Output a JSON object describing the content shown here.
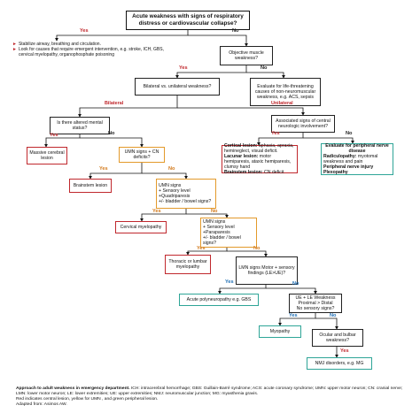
{
  "root": {
    "text": "Acute weakness with signs of respiratory distress or cardiovascular collapse?"
  },
  "labels": {
    "yes": "Yes",
    "no": "No",
    "bilateral": "Bilateral",
    "unilateral": "Unilateral"
  },
  "stabilize": {
    "items": [
      "Stabilize airway, breathing and circulation.",
      "Look for causes that require emergent intervention, e.g. stroke, ICH, GBS, cervical myelopathy, organophosphate poisoning"
    ]
  },
  "objective": {
    "text": "Objective muscle weakness?"
  },
  "bilateral_q": {
    "text": "Bilateral vs. unilateral weakness?"
  },
  "evaluate_nonneuro": {
    "text": "Evaluate for life-threatening causes of non-neuromuscular weakness, e.g. ACS, sepsis"
  },
  "altered": {
    "text": "Is there altered mental status?"
  },
  "central": {
    "text": "Associated signs of central neurologic involvement?"
  },
  "massive": {
    "text": "Massive cerebral lesion"
  },
  "umn_cn": {
    "text": "UMN signs + CN deficits?"
  },
  "cortical": {
    "l1b": "Cortical lesion:",
    "l1": " aphasia, apraxia, hemineglect, visual deficit.",
    "l2b": "Lacunar lesion:",
    "l2": " motor hemiparesis, ataxic hemiparesis, clumsy hand",
    "l3b": "Brainstem lesion:",
    "l3": " CN deficit"
  },
  "peripheral": {
    "t1": "Evaluate for peripheral nerve disease",
    "t2": "Radiculopathy:",
    "t2r": " myotomal weakness and pain",
    "t3": "Peripheral nerve injury",
    "t4": "Plexopathy"
  },
  "brainstem": {
    "text": "Brainstem lesion"
  },
  "umn_quad": {
    "lines": [
      "UMN signs",
      "+ Sensory level",
      "+Quadriparesis",
      "+/- bladder / bowel signs?"
    ]
  },
  "cervical": {
    "text": "Cervical myelopathy"
  },
  "umn_para": {
    "lines": [
      "UMN signs",
      "+ Sensory level",
      "+Paraparesis",
      "+/- bladder / bowel signs?"
    ]
  },
  "thoracic": {
    "text": "Thoracic or lumbar myelopathy"
  },
  "lmn": {
    "text": "LMN signs Motor + sensory findings (LE>UE)?"
  },
  "polyneuro": {
    "text": "Acute polyneuropathy e.g. GBS"
  },
  "ue_le": {
    "lines": [
      "UE + LE Weakness",
      "Proximal > Distal",
      "No sensory signs?"
    ]
  },
  "myopathy": {
    "text": "Myopathy"
  },
  "ocular": {
    "text": "Ocular and bulbar weakness?"
  },
  "nmj": {
    "text": "NMJ disorders, e.g. MG"
  },
  "caption": {
    "title": "Approach to adult weakness in emergency department.",
    "body": " ICH: intracerebral hemorrhage; GBS: Guillain-Barré syndrome; ACS: acute coronary syndrome; UMN: upper motor neuron; CN: cranial nerve; LMN: lower motor neuron; LE: lower extremities; UE: upper extremities; NMJ: neuromuscular junction; MG: myasthenia gravis.",
    "line2": "Red indicates central lesion, yellow for UMN , and green peripheral lesion.",
    "line3": "Adapted from: Asimos AW."
  },
  "colors": {
    "red": "#c0282d",
    "orange": "#e39a2b",
    "green": "#2ea597",
    "blue": "#1f6fb5"
  }
}
